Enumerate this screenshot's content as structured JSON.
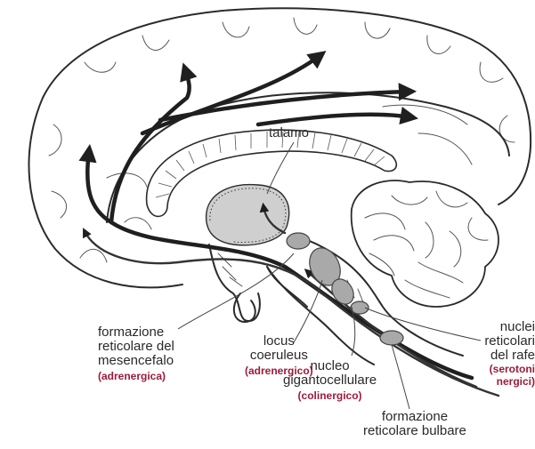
{
  "labels": {
    "talamo": "talamo",
    "formazione_mesencefalo": [
      "formazione",
      "reticolare del",
      "mesencefalo"
    ],
    "formazione_mesencefalo_type": "(adrenergica)",
    "locus": [
      "locus",
      "coeruleus"
    ],
    "locus_type": "(adrenergico)",
    "nucleo": [
      "nucleo",
      "gigantocellulare"
    ],
    "nucleo_type": "(colinergico)",
    "formazione_bulbare": [
      "formazione",
      "reticolare bulbare"
    ],
    "nuclei_rafe": [
      "nuclei",
      "reticolari",
      "del rafe"
    ],
    "nuclei_rafe_type": [
      "(serotoni",
      "nergici)"
    ]
  },
  "colors": {
    "line": "#2b2b2b",
    "nucleus_fill": "#a9a9a9",
    "type_label": "#9b1b3b"
  }
}
